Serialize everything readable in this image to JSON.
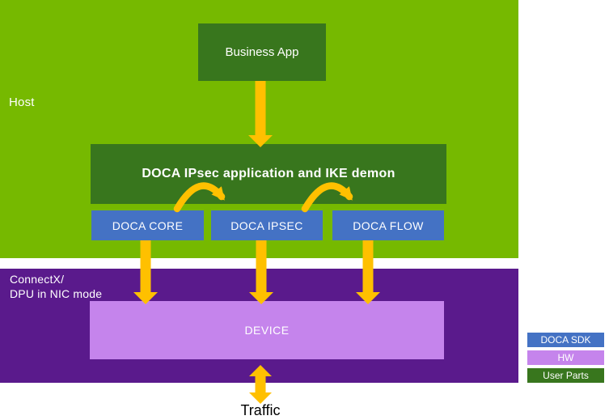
{
  "colors": {
    "background_green": "#76b900",
    "user_parts_green": "#38761d",
    "doca_sdk_blue": "#4472c4",
    "hw_light_purple": "#c584ec",
    "nic_dark_purple": "#5a1a8c",
    "arrow_yellow": "#ffc000",
    "label_white": "#ffffff",
    "traffic_black": "#000000"
  },
  "host": {
    "label": "Host",
    "business_app": "Business App",
    "doca_app": "DOCA IPsec application and IKE demon",
    "sdk_boxes": [
      "DOCA CORE",
      "DOCA IPSEC",
      "DOCA FLOW"
    ]
  },
  "nic": {
    "label_line1": "ConnectX/",
    "label_line2": "DPU in NIC mode",
    "device": "DEVICE"
  },
  "legend": {
    "items": [
      {
        "label": "DOCA SDK",
        "color": "#4472c4"
      },
      {
        "label": "HW",
        "color": "#c584ec"
      },
      {
        "label": "User Parts",
        "color": "#38761d"
      }
    ]
  },
  "traffic": {
    "label": "Traffic"
  }
}
